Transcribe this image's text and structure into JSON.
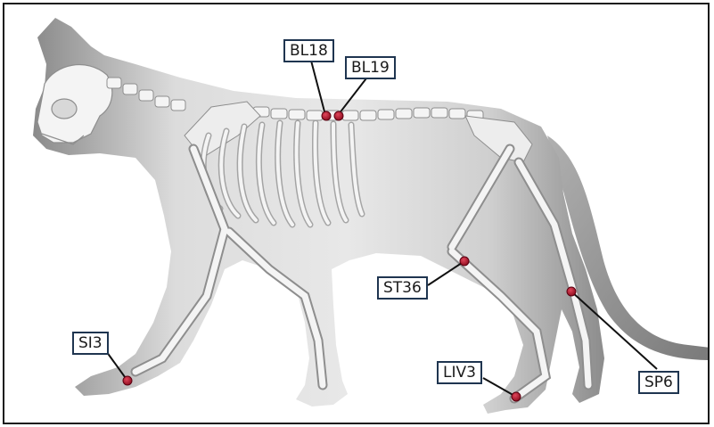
{
  "points": [
    {
      "id": "bl18",
      "label": "BL18"
    },
    {
      "id": "bl19",
      "label": "BL19"
    },
    {
      "id": "st36",
      "label": "ST36"
    },
    {
      "id": "si3",
      "label": "SI3"
    },
    {
      "id": "liv3",
      "label": "LIV3"
    },
    {
      "id": "sp6",
      "label": "SP6"
    }
  ],
  "colors": {
    "border": "#1a1a1a",
    "label_border": "#1f3550",
    "point_fill": "#b8102a",
    "body_light": "#eeeeee",
    "body_dark": "#7d7d7d",
    "bone": "#f4f4f4",
    "bone_outline": "#9a9a9a"
  }
}
